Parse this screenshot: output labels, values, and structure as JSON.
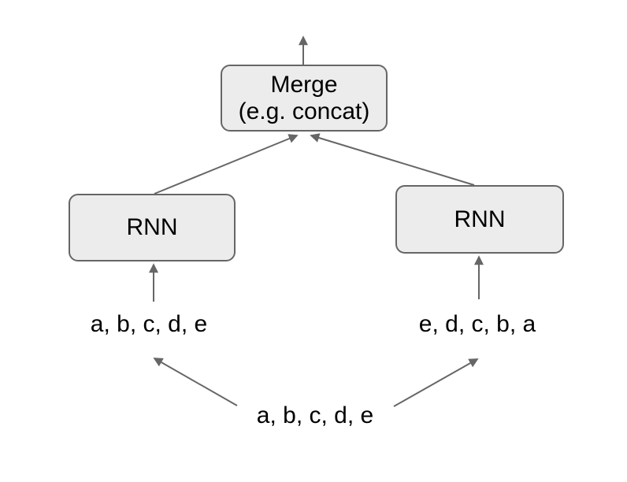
{
  "colors": {
    "background": "#ffffff",
    "node_fill": "#ececec",
    "node_border": "#666666",
    "arrow": "#666666",
    "text": "#000000"
  },
  "diagram": {
    "nodes": {
      "merge": {
        "label_line1": "Merge",
        "label_line2": "(e.g. concat)"
      },
      "rnn_left": {
        "label": "RNN"
      },
      "rnn_right": {
        "label": "RNN"
      }
    },
    "labels": {
      "left_input_sequence": "a, b, c, d, e",
      "right_input_sequence": "e, d, c, b, a",
      "source_sequence": "a, b, c, d, e"
    }
  }
}
